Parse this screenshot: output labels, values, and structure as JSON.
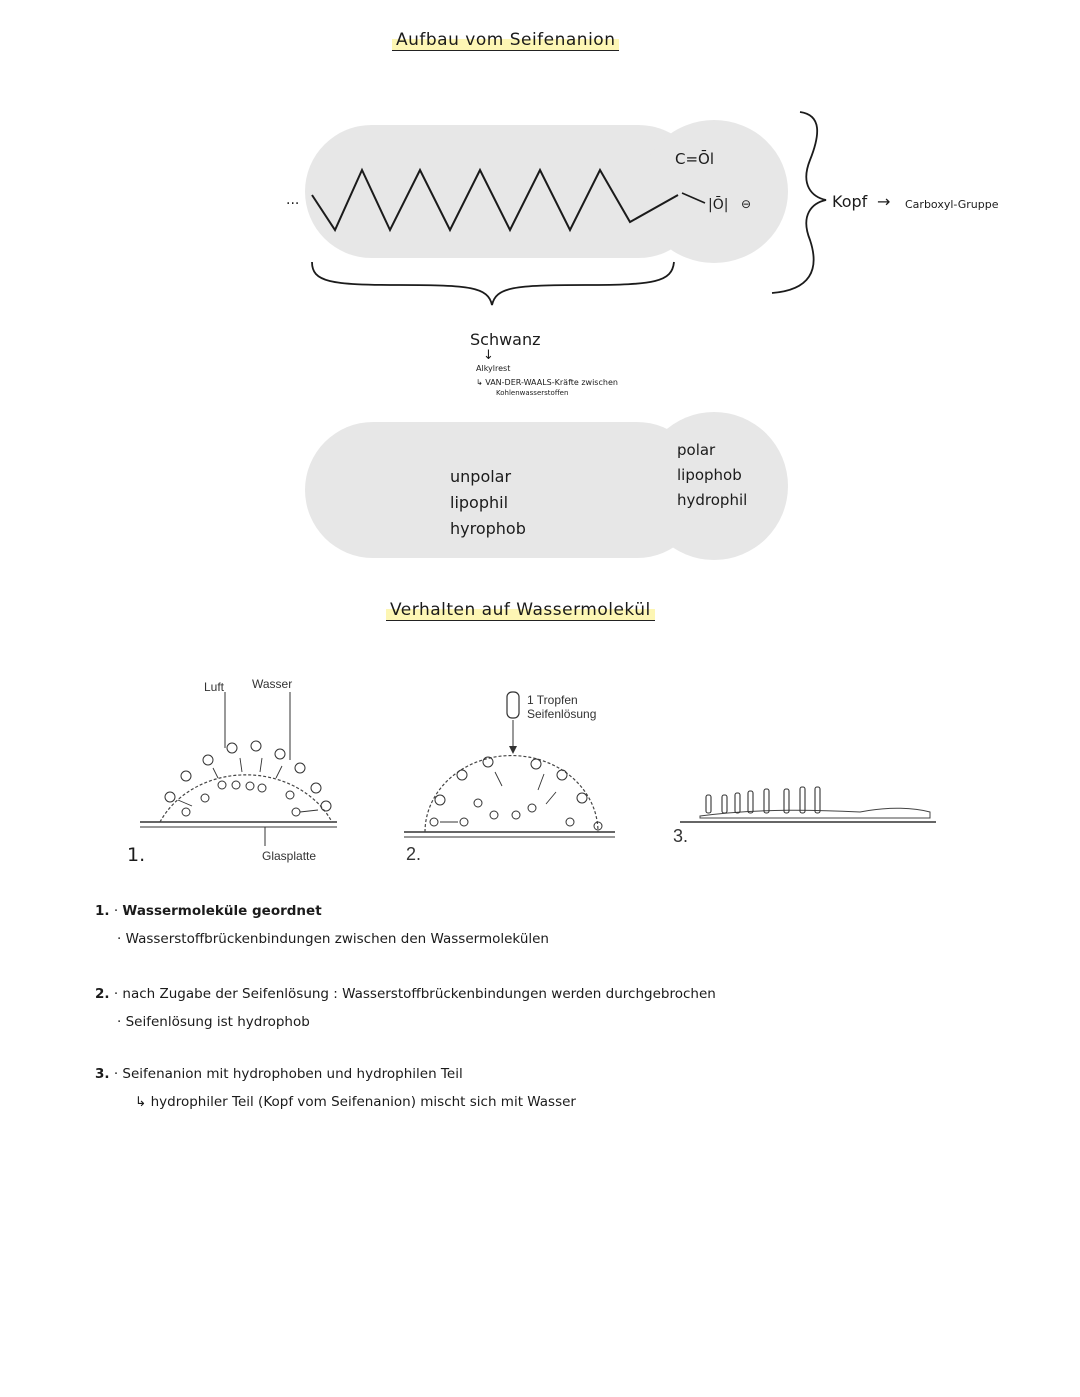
{
  "titles": {
    "structure": "Aufbau vom Seifenanion",
    "behavior": "Verhalten auf Wassermolekül"
  },
  "molecule": {
    "ellipsis": "...",
    "carbonyl": "C=Ōl",
    "oxide": "|Ō|",
    "charge": "⊖",
    "head_label": "Kopf",
    "head_arrow": "→",
    "head_group": "Carboxyl-Gruppe",
    "tail_label": "Schwanz",
    "tail_arrow": "↓",
    "tail_sub": "Alkylrest",
    "tail_note_1": "↳ VAN-DER-WAALS-Kräfte zwischen",
    "tail_note_2": "Kohlenwasserstoffen"
  },
  "properties": {
    "tail": [
      "unpolar",
      "lipophil",
      "hyrophob"
    ],
    "head": [
      "polar",
      "lipophob",
      "hydrophil"
    ]
  },
  "figures": {
    "label_luft": "Luft",
    "label_wasser": "Wasser",
    "label_glasplatte": "Glasplatte",
    "label_tropfen_1": "1 Tropfen",
    "label_tropfen_2": "Seifenlösung",
    "num_1": "1.",
    "num_2": "2.",
    "num_3": "3."
  },
  "notes": {
    "n1_num": "1.",
    "n1_l1": "Wassermoleküle geordnet",
    "n1_l2": "Wasserstoffbrückenbindungen zwischen den Wassermolekülen",
    "n2_num": "2.",
    "n2_l1": "nach Zugabe der Seifenlösung : Wasserstoffbrückenbindungen werden durchgebrochen",
    "n2_l2": "Seifenlösung ist hydrophob",
    "n3_num": "3.",
    "n3_l1": "Seifenanion mit hydrophoben und hydrophilen Teil",
    "n3_l2": "↳ hydrophiler Teil (Kopf vom Seifenanion) mischt sich mit Wasser"
  },
  "colors": {
    "highlight": "#fdf6b4",
    "shape_fill": "#e7e7e7",
    "ink": "#1b1b1b"
  }
}
